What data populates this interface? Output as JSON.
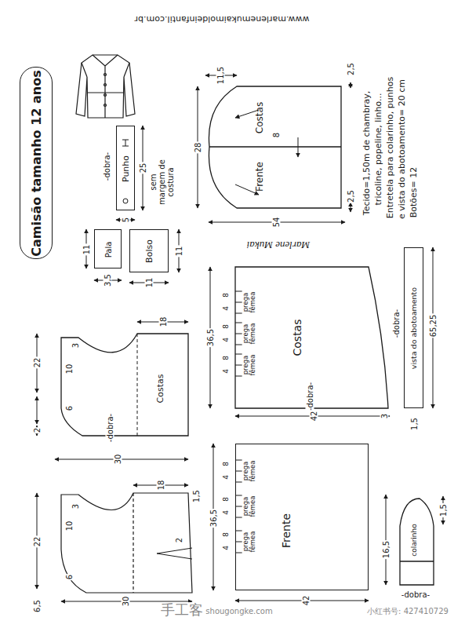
{
  "diagram": {
    "nodes": [
      {
        "text": [
          "Camisão tamanho 12 anos"
        ]
      },
      {
        "text": [
          "Punho"
        ]
      },
      {
        "text": [
          "Pala"
        ]
      },
      {
        "text": [
          "Bolso"
        ]
      },
      {
        "text": [
          "Costas",
          "Frente"
        ]
      },
      {
        "text": [
          "Costas"
        ]
      },
      {
        "text": [
          "Costas"
        ]
      },
      {
        "text": [
          "vista do abotoamento"
        ]
      },
      {
        "text": [
          "Frente"
        ]
      },
      {
        "text": [
          "colarinho"
        ]
      }
    ],
    "labels": [
      "www.marlenemukaimoldeinfantil.com.br",
      "-dobra-",
      "25",
      "5",
      "sem margem de costura",
      "11",
      "3,5",
      "11",
      "11",
      "11,5",
      "2,5",
      "28",
      "8",
      "2,5",
      "54",
      "Tecido=1,50m de chambray,",
      "tricoline, popeline, linho...",
      "Entretela para colarinho, punhos",
      "e vista do abotoamento= 20 cm",
      "Botões= 12",
      "Marlene Mukai",
      "18",
      "3",
      "22",
      "10",
      "6",
      "2",
      "-dobra-",
      "30",
      "36,5",
      "8",
      "4",
      "prega fêmea",
      "8",
      "4",
      "prega fêmea",
      "8",
      "4",
      "prega fêmea",
      "-dobra-",
      "42",
      "3",
      "18",
      "3",
      "1,5",
      "22",
      "10",
      "6",
      "2",
      "6,5",
      "30",
      "36,5",
      "8",
      "4",
      "prega fêmea",
      "8",
      "4",
      "prega fêmea",
      "8",
      "4",
      "prega fêmea",
      "42",
      "-dobra-",
      "65,25",
      "1,5",
      "1,5",
      "16,5",
      "-dobra-",
      "手工客",
      "shougongke.com",
      "小红书号: 427410729"
    ]
  }
}
